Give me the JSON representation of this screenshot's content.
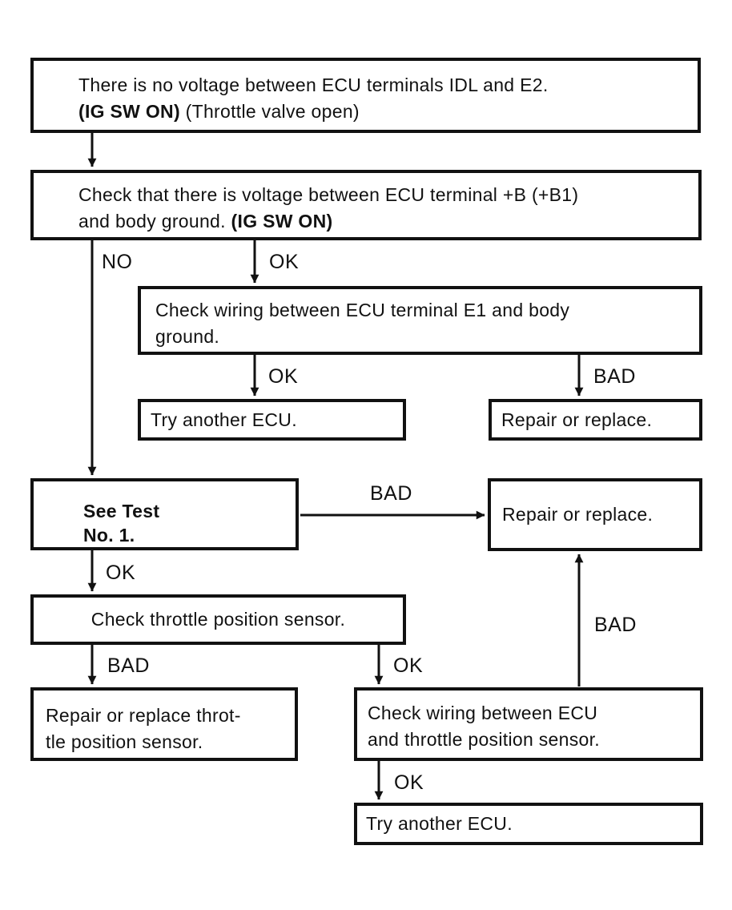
{
  "colors": {
    "ink": "#111111",
    "background": "#ffffff"
  },
  "labels": {
    "no": "NO",
    "ok": "OK",
    "bad": "BAD"
  },
  "nodes": {
    "problem": {
      "line1": "There is no voltage between ECU terminals IDL and E2.",
      "bold": "(IG SW ON)",
      "line2_rest": "(Throttle valve open)"
    },
    "check_voltage": {
      "line1": "Check that there is voltage between ECU terminal +B (+B1)",
      "line2_pre": "and body ground.",
      "bold": "(IG SW ON)"
    },
    "check_wiring_e1": {
      "line1": "Check wiring between ECU terminal E1 and body",
      "line2": "ground."
    },
    "try_another_ecu_1": {
      "text": "Try another ECU."
    },
    "repair_or_replace_1": {
      "text": "Repair or replace."
    },
    "see_test": {
      "line1": "See Test",
      "line2": "No. 1."
    },
    "repair_or_replace_2": {
      "text": "Repair or replace."
    },
    "check_tps": {
      "text": "Check throttle position sensor."
    },
    "repair_tps": {
      "line1": "Repair or replace throt-",
      "line2": "tle position sensor."
    },
    "check_wiring_tps": {
      "line1": "Check wiring between ECU",
      "line2": "and throttle position sensor."
    },
    "try_another_ecu_2": {
      "text": "Try another ECU."
    }
  }
}
